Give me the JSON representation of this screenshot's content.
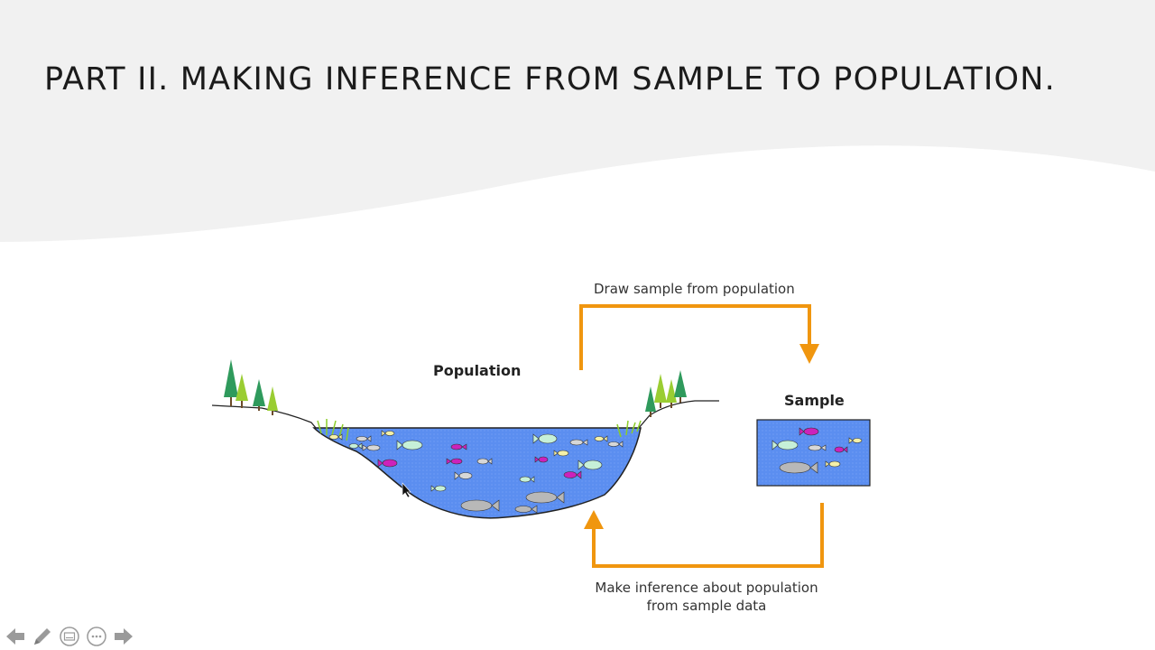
{
  "slide": {
    "title": "PART II. MAKING INFERENCE FROM SAMPLE TO POPULATION."
  },
  "diagram": {
    "population_label": "Population",
    "sample_label": "Sample",
    "draw_label": "Draw sample from population",
    "inference_label": "Make inference about population from sample data"
  },
  "colors": {
    "arrow": "#f0960f",
    "water": "#5b8ef0",
    "banner": "#f1f1f1"
  },
  "controls": {
    "icons": [
      "prev-arrow-icon",
      "pen-icon",
      "subtitle-icon",
      "more-icon",
      "next-arrow-icon"
    ]
  }
}
